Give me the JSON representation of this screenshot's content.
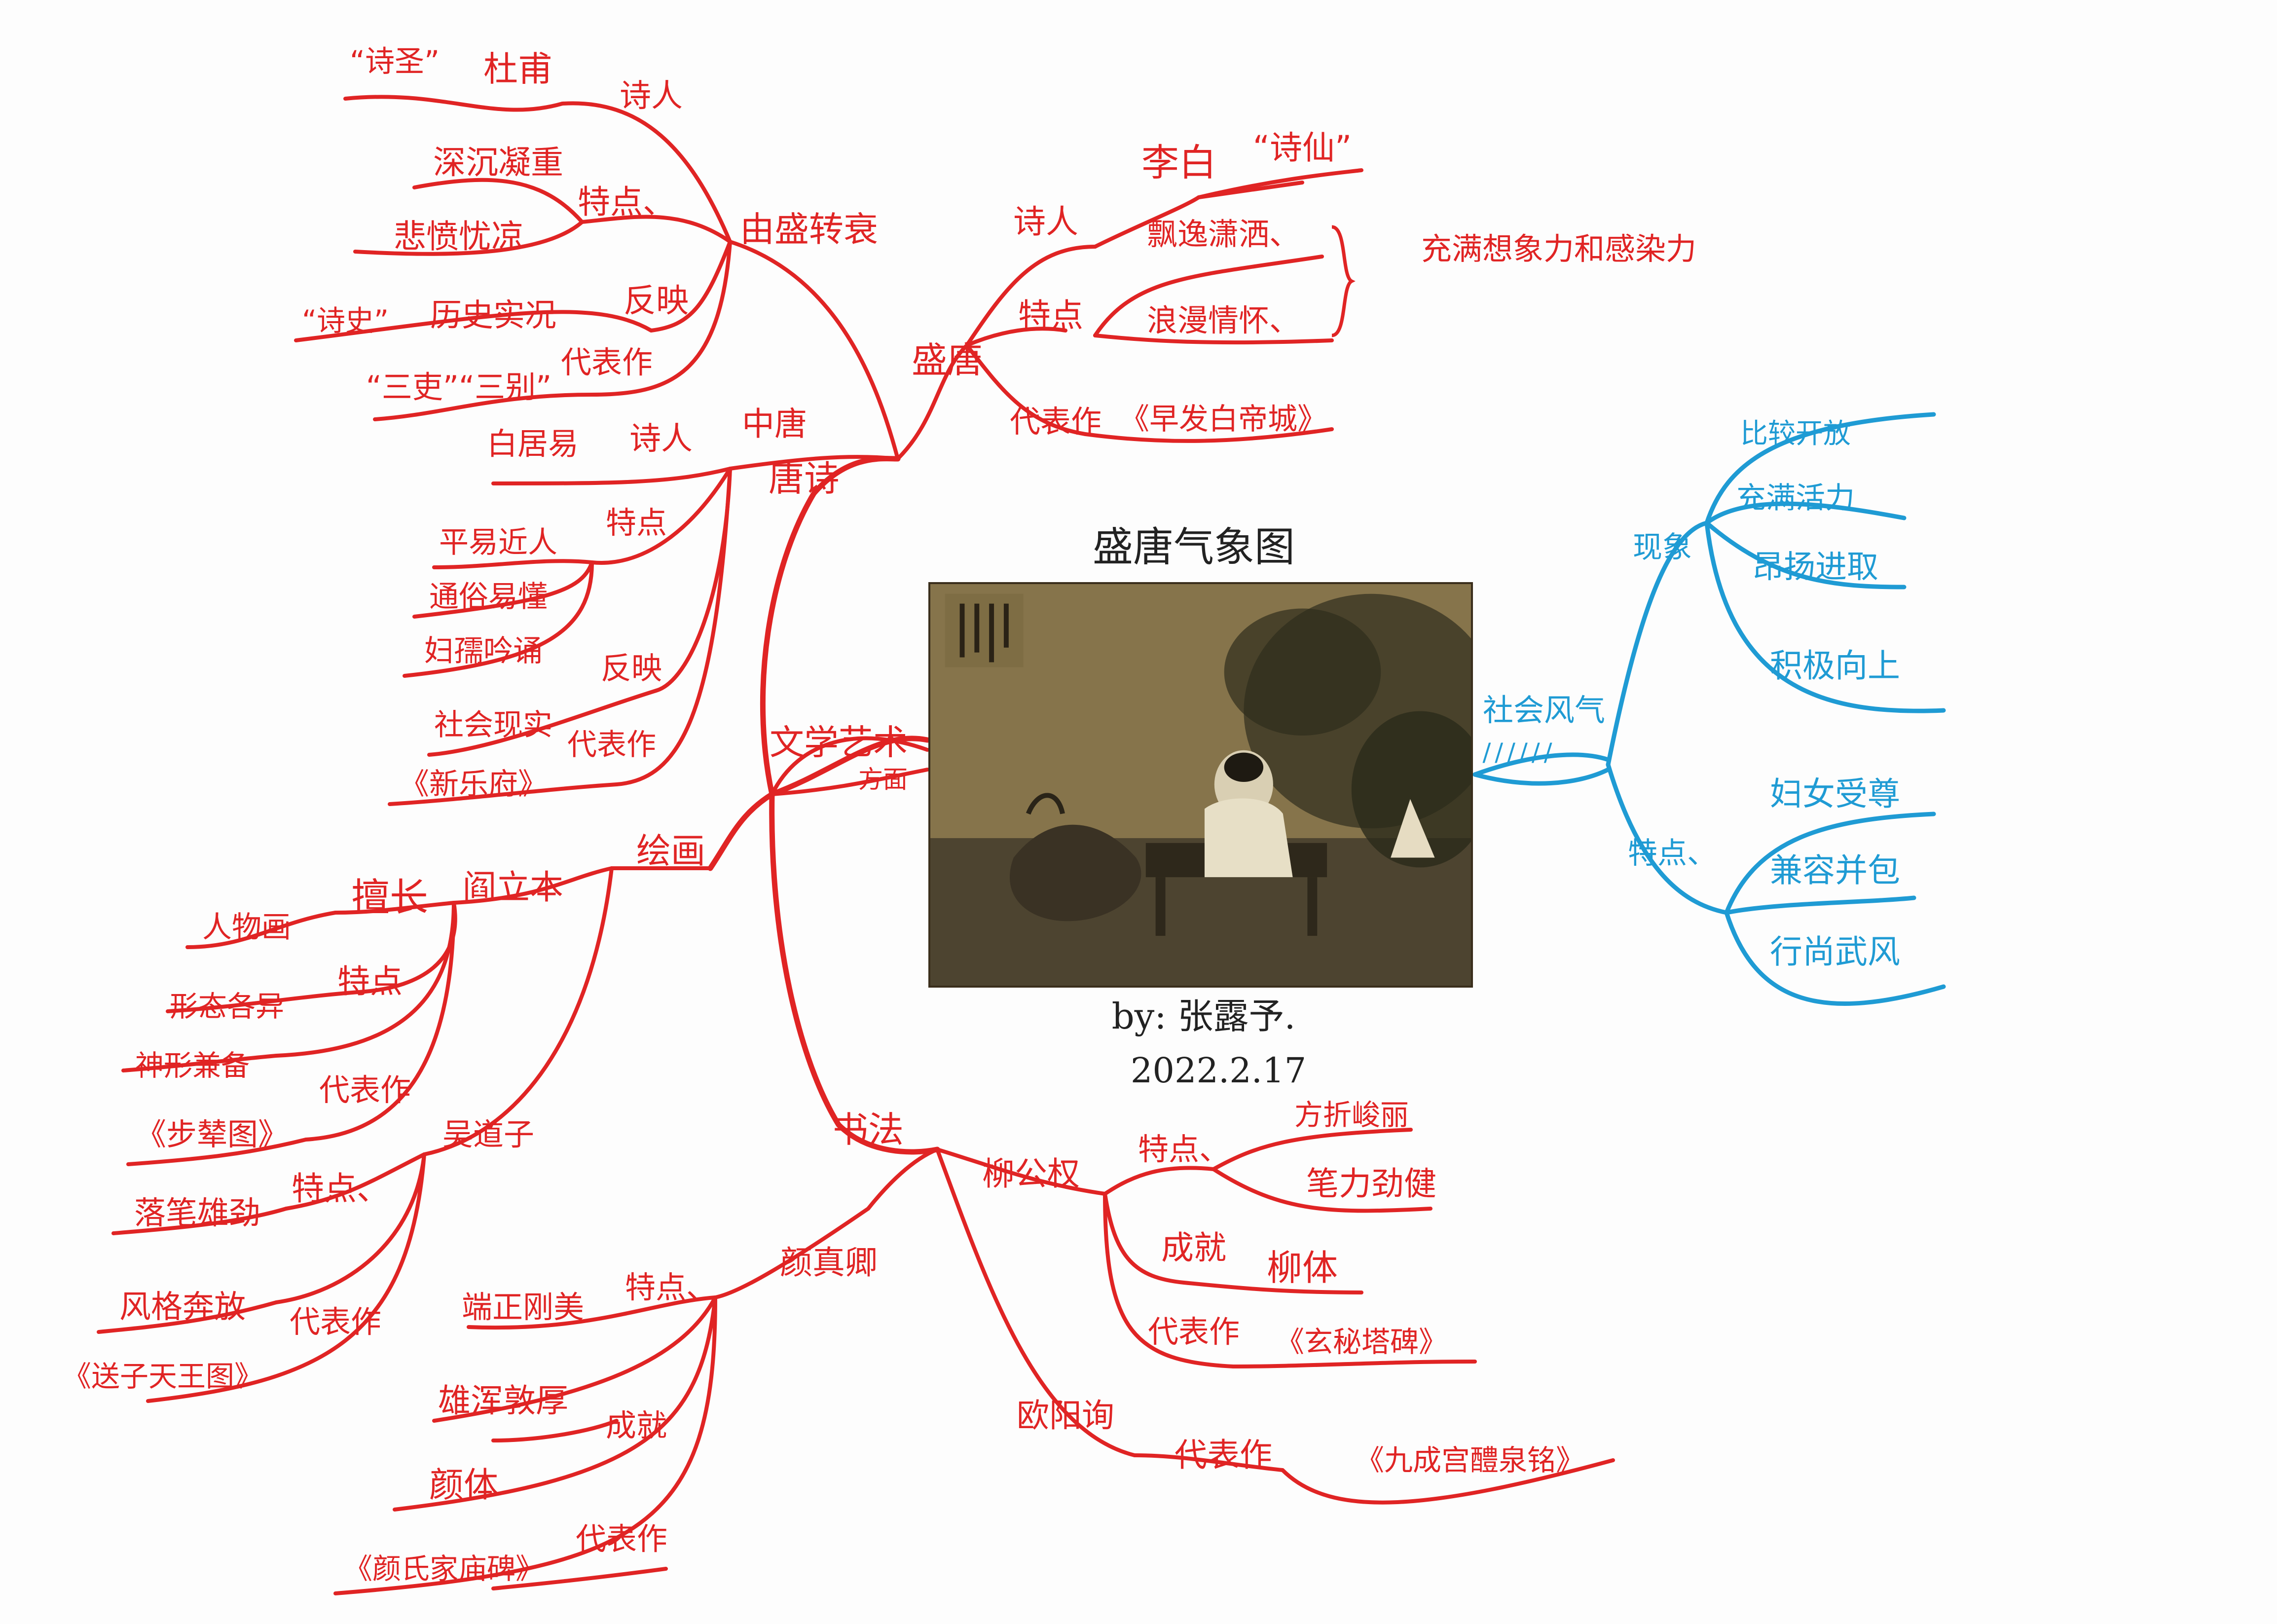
{
  "title": "盛唐气象图",
  "author": "by: 张露予.",
  "date": "2022.2.17",
  "colors": {
    "red": "#e02424",
    "blue": "#1f9bd4",
    "ink": "#222222"
  },
  "center_image": {
    "icon": "ancient-chinese-painting-scholar-by-lakeside"
  },
  "red_branch": {
    "root": "文学艺术",
    "sub": "方面",
    "tang_poetry": {
      "label": "唐诗",
      "high_tang": {
        "label": "盛唐",
        "poet_key": "诗人",
        "poet": "李白",
        "poet_title": "“诗仙”",
        "feature_key": "特点",
        "features": [
          "飘逸潇洒、",
          "浪漫情怀、"
        ],
        "feature_note": "充满想象力和感染力",
        "works_key": "代表作",
        "work": "《早发白帝城》"
      },
      "decline": {
        "label": "由盛转衰",
        "poet_key": "诗人",
        "poet": "杜甫",
        "poet_title": "“诗圣”",
        "feature_key": "特点、",
        "features": [
          "深沉凝重",
          "悲愤忧凉"
        ],
        "reflect_key": "反映",
        "reflect_item": "历史实况",
        "reflect_title": "“诗史”",
        "works_key": "代表作",
        "work": "“三吏”“三别”"
      },
      "mid_tang": {
        "label": "中唐",
        "poet_key": "诗人",
        "poet": "白居易",
        "feature_key": "特点",
        "features": [
          "平易近人",
          "通俗易懂",
          "妇孺吟诵"
        ],
        "reflect_key": "反映",
        "reflect_item": "社会现实",
        "works_key": "代表作",
        "work": "《新乐府》"
      }
    },
    "painting": {
      "label": "绘画",
      "yan_liben": {
        "label": "阎立本",
        "skill_key": "擅长",
        "skill": "人物画",
        "feature_key": "特点",
        "features": [
          "形态各异",
          "神形兼备"
        ],
        "works_key": "代表作",
        "work": "《步辇图》"
      },
      "wu_daozi": {
        "label": "吴道子",
        "feature_key": "特点、",
        "features": [
          "落笔雄劲",
          "风格奔放"
        ],
        "works_key": "代表作",
        "work": "《送子天王图》"
      }
    },
    "calligraphy": {
      "label": "书法",
      "yan_zhenqing": {
        "label": "颜真卿",
        "feature_key": "特点、",
        "features": [
          "端正刚美",
          "雄浑敦厚"
        ],
        "achieve_key": "成就",
        "achieve": "颜体",
        "works_key": "代表作",
        "work": "《颜氏家庙碑》"
      },
      "liu_gongquan": {
        "label": "柳公权",
        "feature_key": "特点、",
        "features": [
          "方折峻丽",
          "笔力劲健"
        ],
        "achieve_key": "成就",
        "achieve": "柳体",
        "works_key": "代表作",
        "work": "《玄秘塔碑》"
      },
      "ouyang_xun": {
        "label": "欧阳询",
        "works_key": "代表作",
        "work": "《九成宫醴泉铭》"
      }
    }
  },
  "blue_branch": {
    "root": "社会风气",
    "phenomenon": {
      "label": "现象",
      "items": [
        "比较开放",
        "充满活力",
        "昂扬进取",
        "积极向上"
      ]
    },
    "features": {
      "label": "特点、",
      "items": [
        "妇女受尊",
        "兼容并包",
        "行尚武风"
      ]
    }
  }
}
